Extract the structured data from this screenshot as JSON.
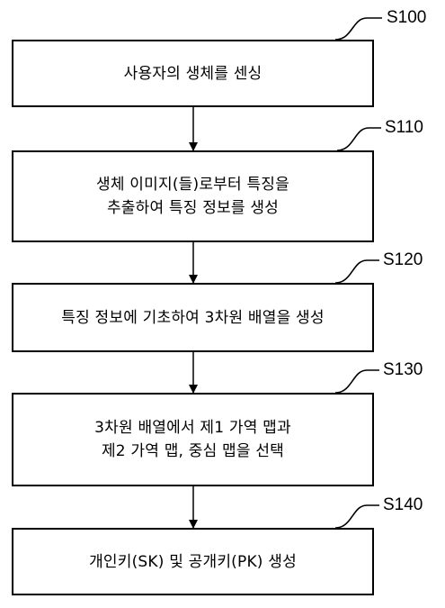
{
  "steps": [
    {
      "id": "S100",
      "lines": [
        "사용자의 생체를 센싱"
      ]
    },
    {
      "id": "S110",
      "lines": [
        "생체 이미지(들)로부터 특징을",
        "추출하여 특징 정보를 생성"
      ]
    },
    {
      "id": "S120",
      "lines": [
        "특징 정보에 기초하여 3차원 배열을 생성"
      ]
    },
    {
      "id": "S130",
      "lines": [
        "3차원 배열에서 제1 가역 맵과",
        "제2 가역 맵, 중심 맵을 선택"
      ]
    },
    {
      "id": "S140",
      "lines": [
        "개인키(SK) 및 공개키(PK) 생성"
      ]
    }
  ]
}
